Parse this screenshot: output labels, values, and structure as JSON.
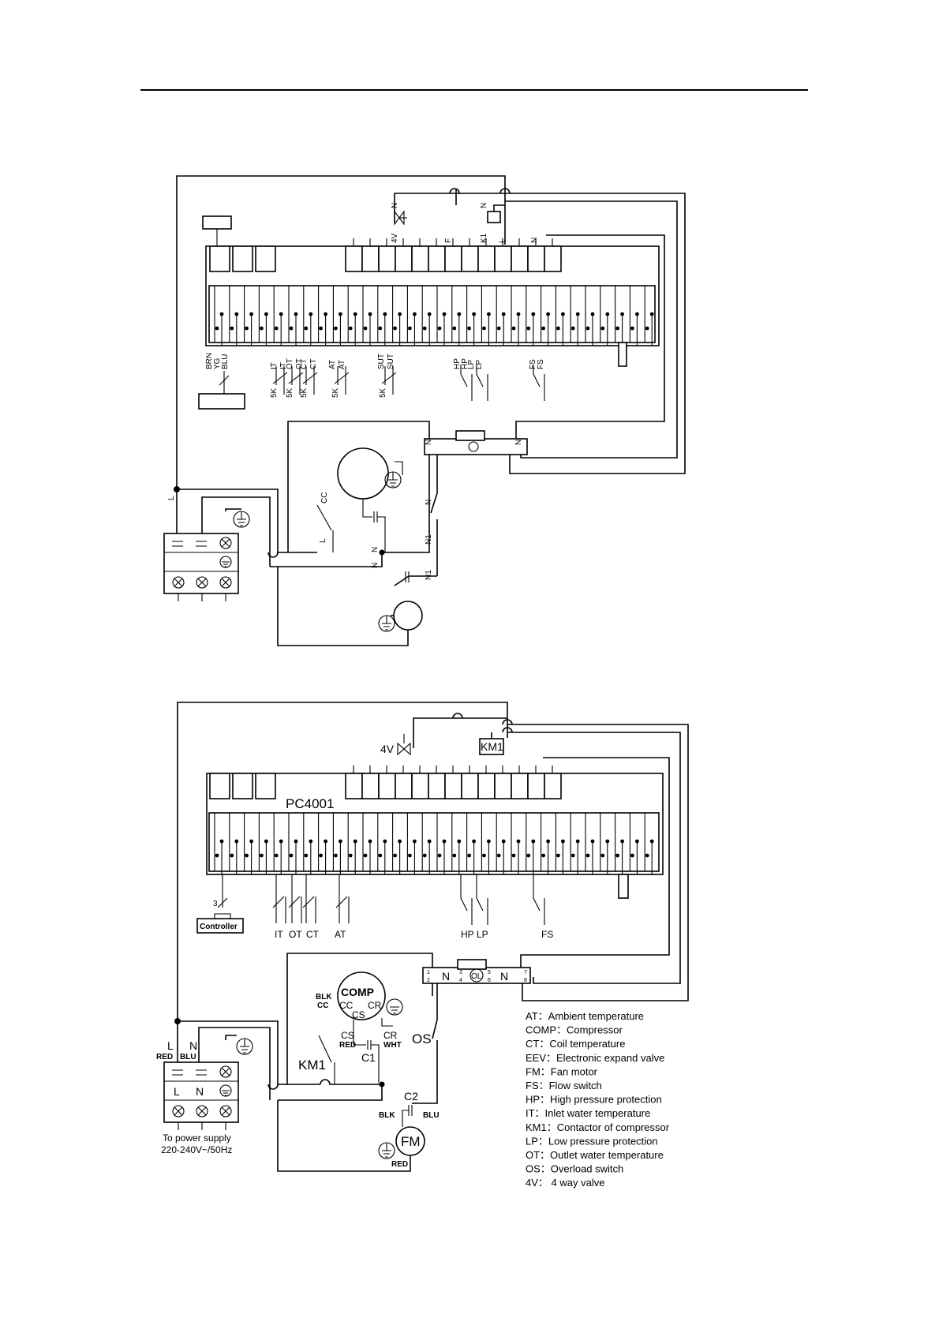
{
  "diagram1": {
    "top_labels": {
      "n1": "N",
      "v4": "4V",
      "f": "F",
      "n2": "N",
      "k1": "K1",
      "l": "L",
      "n3": "N"
    },
    "bottom_labels": [
      "BRN",
      "YG",
      "BLU",
      "IT",
      "IT",
      "OT",
      "OT",
      "CT",
      "CT",
      "AT",
      "AT",
      "SUT",
      "SUT",
      "HP",
      "HP",
      "LP",
      "LP",
      "FS",
      "FS"
    ],
    "sensor_labels": [
      "5K",
      "5K",
      "5K",
      "5K",
      "5K"
    ],
    "terminal_n": "N",
    "cc": "CC",
    "l_side": "L",
    "n_a": "N",
    "n_b": "N",
    "n1_a": "N1",
    "n1_b": "N1",
    "n_switch": "N",
    "l_ground": "L"
  },
  "diagram2": {
    "board_name": "PC4001",
    "v4": "4V",
    "km1_top": "KM1",
    "controller": "Controller",
    "controller_num": "3",
    "sensor_names": [
      "IT",
      "OT",
      "CT",
      "AT"
    ],
    "switch_names": [
      "HP",
      "LP",
      "FS"
    ],
    "comp": "COMP",
    "comp_cc": "CC",
    "comp_cr": "CR",
    "comp_cs": "CS",
    "blk1": "BLK",
    "cc_side": "CC",
    "cs_low": "CS",
    "red_low": "RED",
    "cr_low": "CR",
    "wht": "WHT",
    "c1": "C1",
    "km1": "KM1",
    "os": "OS",
    "c2": "C2",
    "blk2": "BLK",
    "blu2": "BLU",
    "fm": "FM",
    "red2": "RED",
    "terminal": {
      "n_left": "N",
      "n_right": "N",
      "ol": "OL",
      "pins": [
        "1",
        "2",
        "3",
        "4",
        "5",
        "6",
        "7",
        "8"
      ]
    },
    "power": {
      "l": "L",
      "n": "N",
      "red": "RED",
      "blu": "BLU",
      "l2": "L",
      "n2": "N",
      "caption1": "To power supply",
      "caption2": "220-240V~/50Hz"
    }
  },
  "legend": [
    "AT：Ambient temperature",
    "COMP：Compressor",
    "CT：Coil temperature",
    "EEV：Electronic expand valve",
    "FM：Fan motor",
    "FS：Flow switch",
    "HP：High pressure protection",
    "IT：Inlet water temperature",
    "KM1：Contactor of compressor",
    "LP：Low pressure protection",
    "OT：Outlet water temperature",
    "OS：Overload switch",
    "4V：  4 way valve"
  ]
}
